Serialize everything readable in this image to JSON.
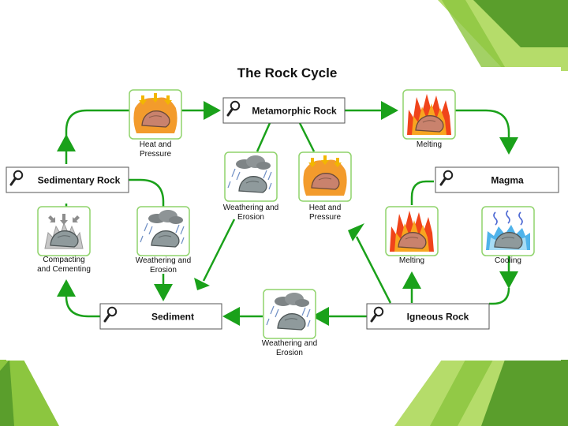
{
  "title": "The Rock Cycle",
  "colors": {
    "arrow": "#1aa11a",
    "icon_border": "#8fd36b",
    "slide_green_dark": "#5a9e2c",
    "slide_green_light": "#b5dc6a"
  },
  "boxes": {
    "metamorphic": "Metamorphic Rock",
    "sedimentary": "Sedimentary Rock",
    "magma": "Magma",
    "sediment": "Sediment",
    "igneous": "Igneous Rock"
  },
  "steps": {
    "heat_top": [
      "Heat and",
      "Pressure"
    ],
    "melting_top": [
      "Melting"
    ],
    "weathering_center": [
      "Weathering and",
      "Erosion"
    ],
    "heat_center": [
      "Heat and",
      "Pressure"
    ],
    "compacting": [
      "Compacting",
      "and Cementing"
    ],
    "weathering_left": [
      "Weathering and",
      "Erosion"
    ],
    "melting_right": [
      "Melting"
    ],
    "cooling": [
      "Cooling"
    ],
    "weathering_bottom": [
      "Weathering and",
      "Erosion"
    ]
  },
  "icons": {
    "box": "magnifier-icon",
    "heat": "heat-pressure-icon",
    "melting": "melting-flame-icon",
    "weathering": "weathering-rain-icon",
    "compacting": "compacting-icon",
    "cooling": "cooling-icon"
  }
}
